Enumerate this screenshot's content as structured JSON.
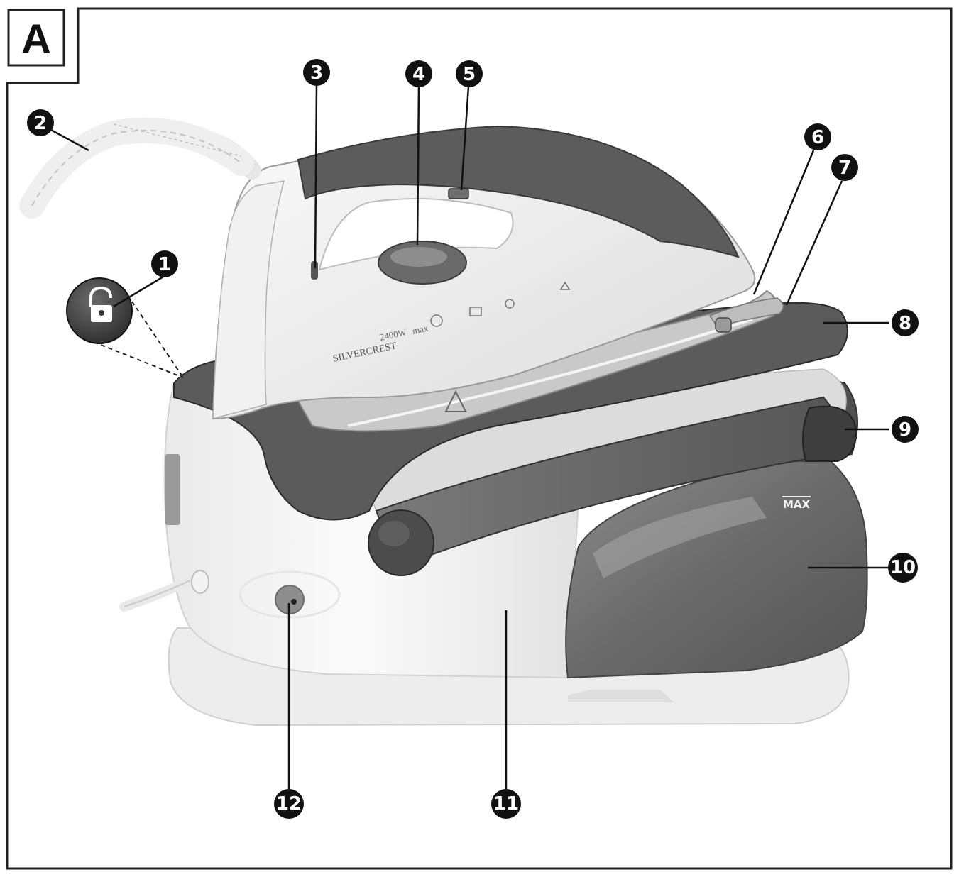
{
  "figure": {
    "letter": "A"
  },
  "product": {
    "brand": "SILVERCREST",
    "power_label": "2400W",
    "power_suffix": "max",
    "tank_marking": "MAX"
  },
  "callouts": [
    {
      "id": "callout-1",
      "label": "1"
    },
    {
      "id": "callout-2",
      "label": "2"
    },
    {
      "id": "callout-3",
      "label": "3"
    },
    {
      "id": "callout-4",
      "label": "4"
    },
    {
      "id": "callout-5",
      "label": "5"
    },
    {
      "id": "callout-6",
      "label": "6"
    },
    {
      "id": "callout-7",
      "label": "7"
    },
    {
      "id": "callout-8",
      "label": "8"
    },
    {
      "id": "callout-9",
      "label": "9"
    },
    {
      "id": "callout-10",
      "label": "10"
    },
    {
      "id": "callout-11",
      "label": "11"
    },
    {
      "id": "callout-12",
      "label": "12"
    }
  ],
  "colors": {
    "dark_grey": "#5f5f5f",
    "mid_grey": "#8a8a8a",
    "light_body": "#f4f4f4",
    "outline": "#222222",
    "callout_fill": "#111111"
  }
}
